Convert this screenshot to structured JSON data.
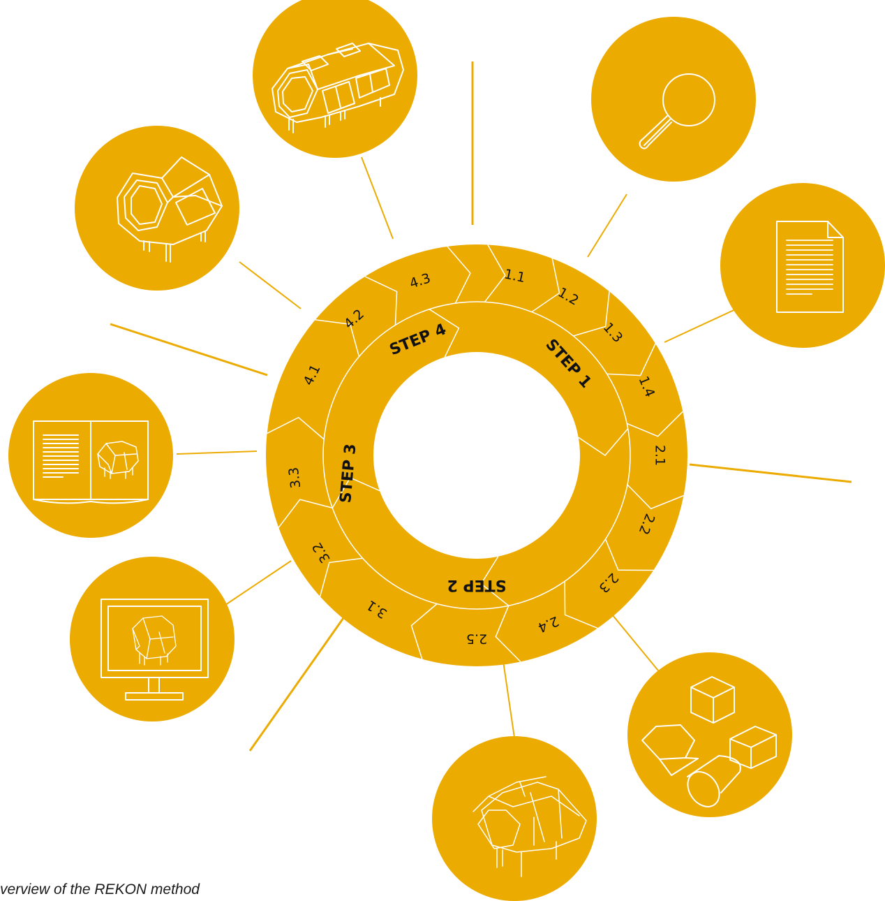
{
  "accent_color": "#ECAB00",
  "line_color": "#ffffff",
  "caption": "verview of the REKON method",
  "steps": [
    {
      "label": "STEP 1",
      "segments": [
        "1.1",
        "1.2",
        "1.3",
        "1.4"
      ]
    },
    {
      "label": "STEP 2",
      "segments": [
        "2.1",
        "2.2",
        "2.3",
        "2.4",
        "2.5"
      ]
    },
    {
      "label": "STEP 3",
      "segments": [
        "3.1",
        "3.2",
        "3.3"
      ]
    },
    {
      "label": "STEP 4",
      "segments": [
        "4.1",
        "4.2",
        "4.3"
      ]
    }
  ],
  "icons": [
    "magnifier-icon",
    "document-icon",
    "primitive-shapes-icon",
    "sketch-model-icon",
    "monitor-model-icon",
    "manual-book-icon",
    "hexagon-module-icon",
    "double-module-icon"
  ]
}
